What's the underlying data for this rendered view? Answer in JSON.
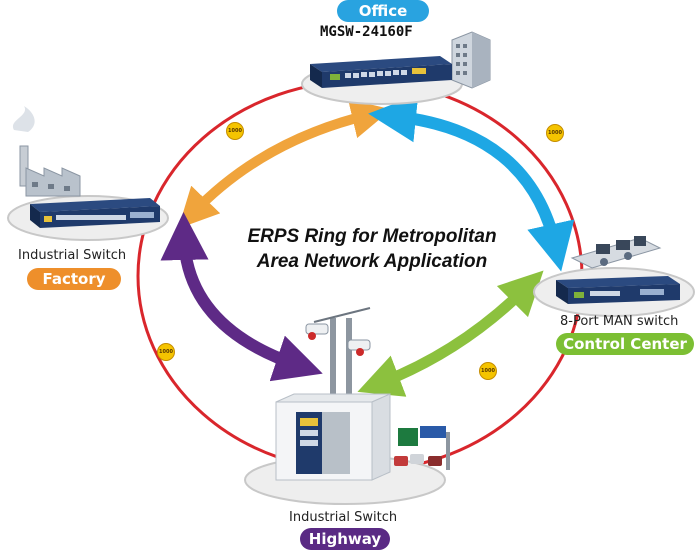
{
  "title_line1": "ERPS Ring for Metropolitan",
  "title_line2": "Area Network Application",
  "nodes": {
    "office": {
      "badge": "Office",
      "model": "MGSW-24160F",
      "color": "#29a3e0"
    },
    "factory": {
      "caption": "Industrial Switch",
      "badge": "Factory",
      "color": "#ee8f2b"
    },
    "control": {
      "caption": "8-Port MAN switch",
      "badge": "Control Center",
      "color": "#7cbf33"
    },
    "highway": {
      "caption": "Industrial Switch",
      "badge": "Highway",
      "color": "#5a2a84"
    }
  },
  "link_speed_label": "1000",
  "colors": {
    "ring": "#d9262c",
    "arrow_orange": "#f0a43c",
    "arrow_blue": "#1ea7e4",
    "arrow_purple": "#5e2a86",
    "arrow_green": "#8cc13e",
    "switch_body": "#1f3a6b"
  }
}
